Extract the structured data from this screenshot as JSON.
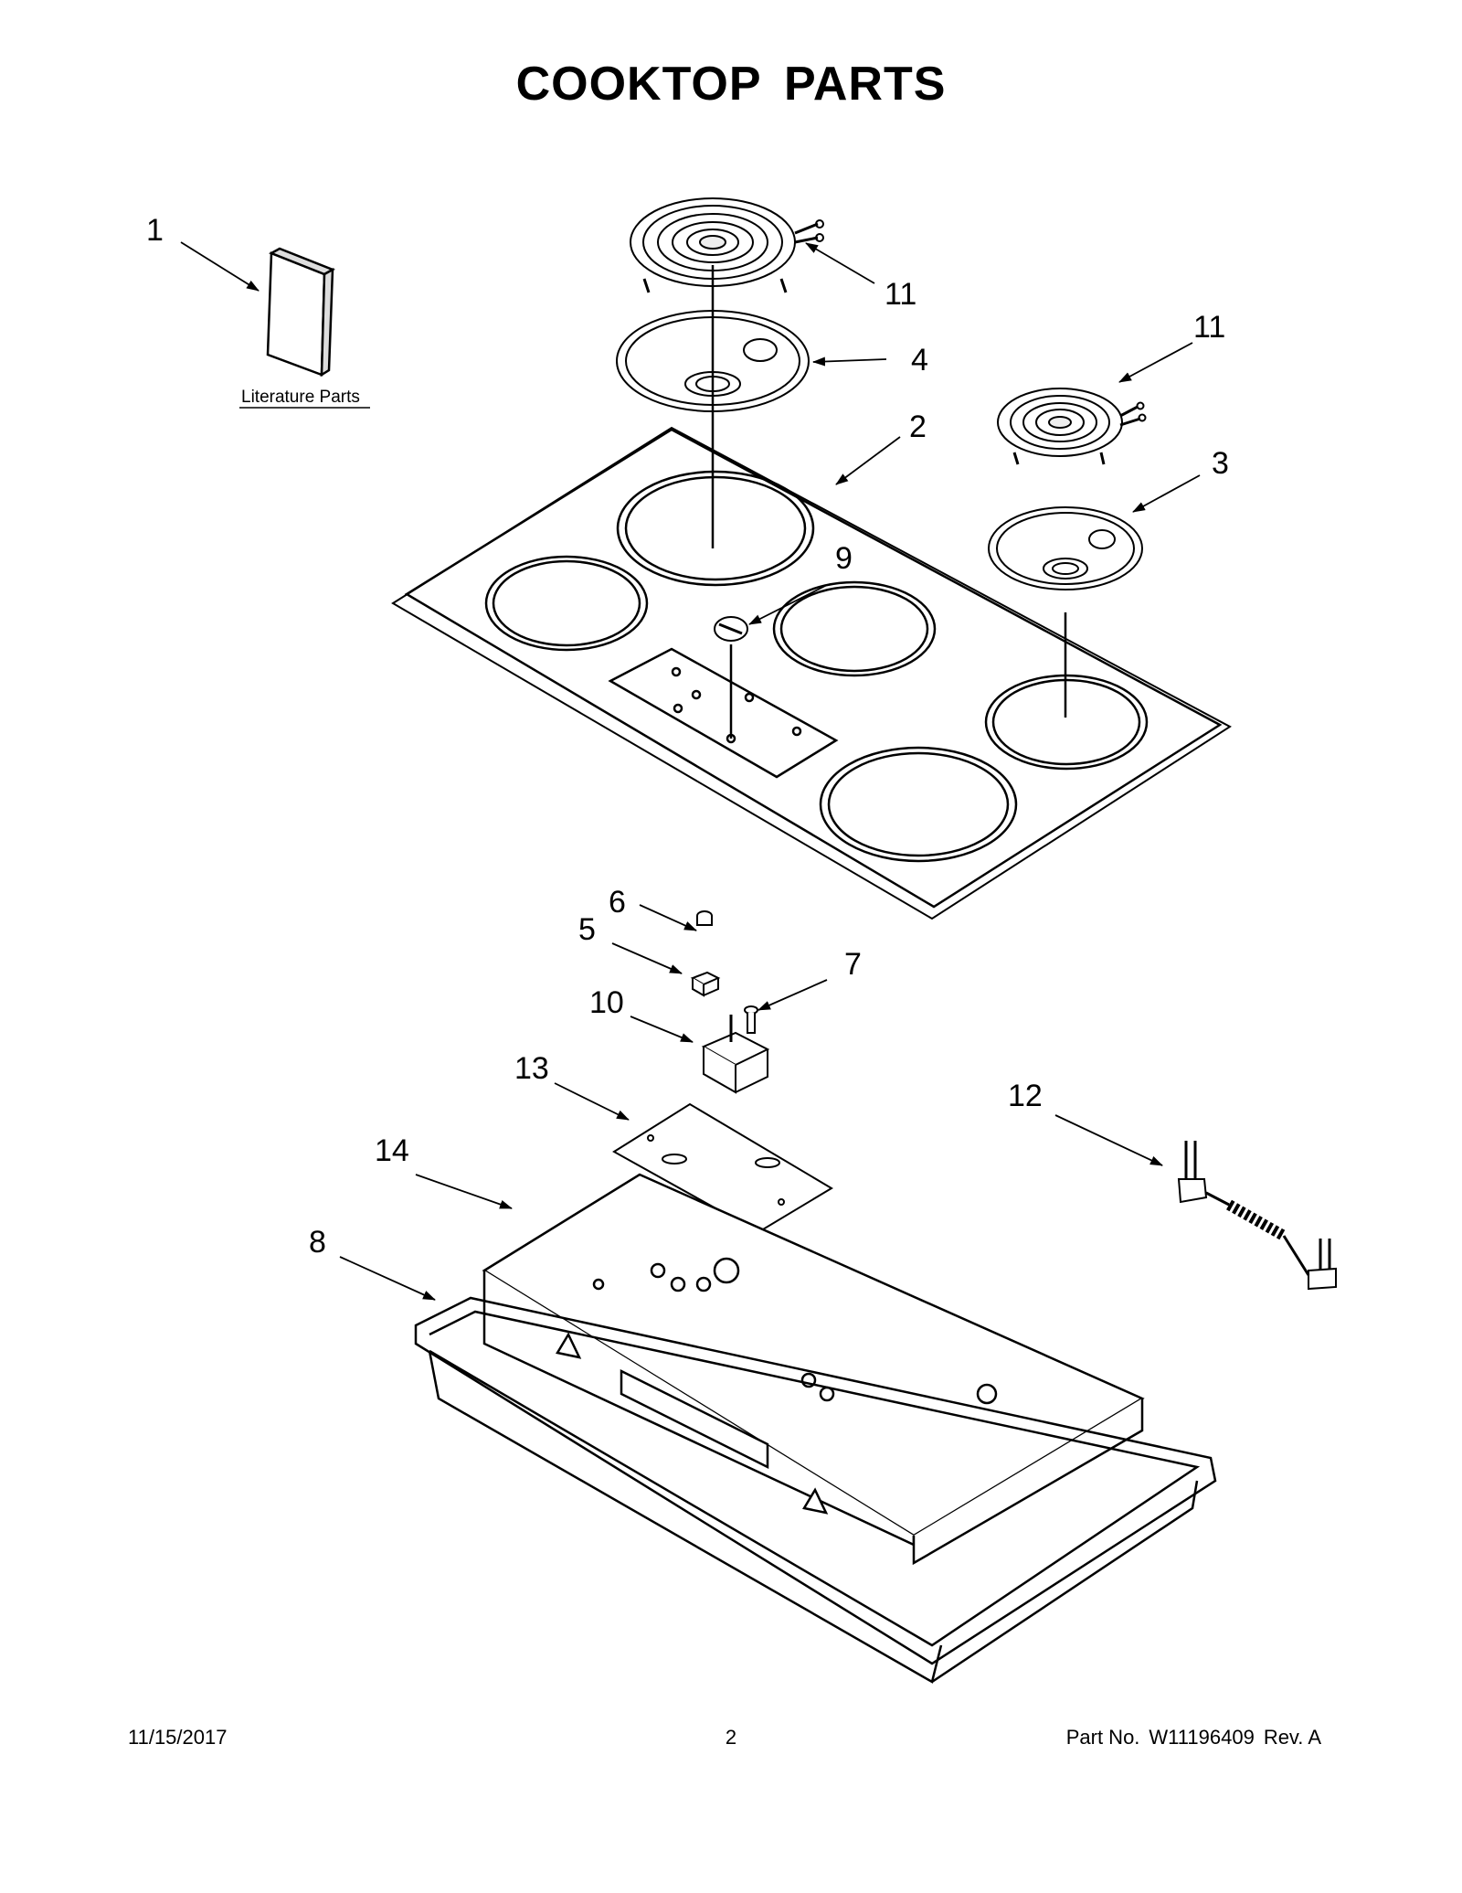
{
  "title": "COOKTOP  PARTS",
  "literature_label": "Literature Parts",
  "callouts": {
    "c1": "1",
    "c2": "2",
    "c3": "3",
    "c4": "4",
    "c5": "5",
    "c6": "6",
    "c7": "7",
    "c8": "8",
    "c9": "9",
    "c10": "10",
    "c11a": "11",
    "c11b": "11",
    "c12": "12",
    "c13": "13",
    "c14": "14"
  },
  "footer": {
    "date": "11/15/2017",
    "page": "2",
    "part_no_label": "Part No.",
    "part_no": "W11196409",
    "rev": "Rev.  A"
  }
}
